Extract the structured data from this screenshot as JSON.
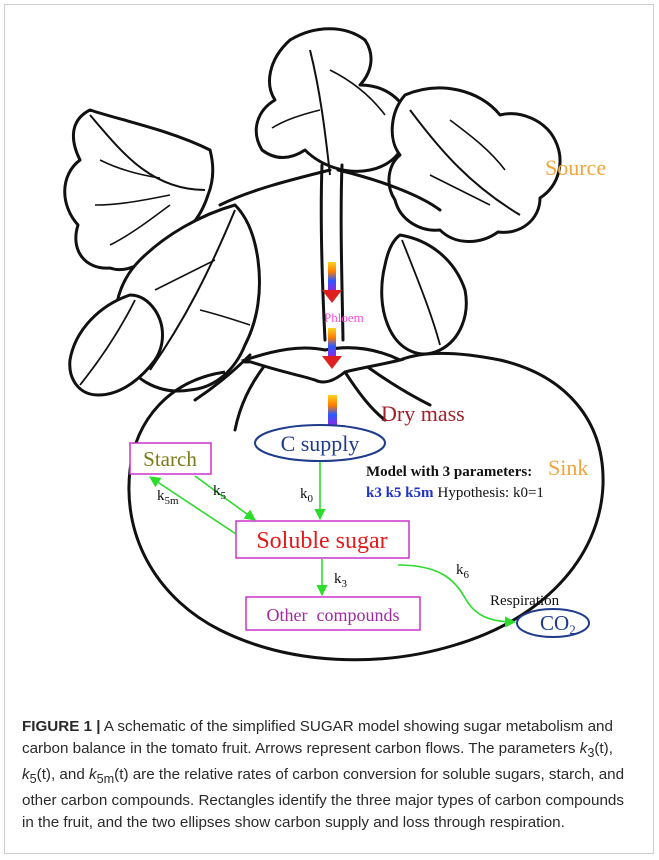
{
  "labels": {
    "source": "Source",
    "sink": "Sink",
    "phloem": "Phloem",
    "dry_mass": "Dry mass",
    "c_supply": "C supply",
    "starch": "Starch",
    "soluble_sugar": "Soluble sugar",
    "other_compounds": "Other  compounds",
    "co2_main": "CO",
    "co2_sub": "2",
    "respiration": "Respiration",
    "model_line1": "Model with 3 parameters:",
    "model_params": "k3 k5 k5m",
    "hypothesis": "Hypothesis: k0=1"
  },
  "rates": {
    "k0": {
      "base": "k",
      "sub": "0"
    },
    "k3": {
      "base": "k",
      "sub": "3"
    },
    "k5": {
      "base": "k",
      "sub": "5"
    },
    "k5m": {
      "base": "k",
      "sub": "5m"
    },
    "k6": {
      "base": "k",
      "sub": "6"
    }
  },
  "caption": {
    "label": "FIGURE 1 |",
    "p1": " A schematic of the simplified SUGAR model showing sugar metabolism and carbon balance in the tomato fruit. Arrows represent carbon flows. The parameters ",
    "k3": "k",
    "k3_sub": "3",
    "t1": "(t)",
    "p2": ", ",
    "k5": "k",
    "k5_sub": "5",
    "t2": "(t)",
    "p3": ", and ",
    "k5m": "k",
    "k5m_sub": "5m",
    "t3": "(t)",
    "p4": " are the relative rates of carbon conversion for soluble sugars, starch, and other carbon compounds. Rectangles identify the three major types of carbon compounds in the fruit, and the two ellipses show carbon supply and loss through respiration."
  },
  "colors": {
    "source": "#f0a53a",
    "sink": "#f0a53a",
    "phloem": "#ff4fd8",
    "dry_mass": "#a0232c",
    "box_border": "#cc33cc",
    "starch_text": "#7a7a18",
    "sugar_text": "#e31a1a",
    "other_text": "#a02aa0",
    "ellipse": "#1f3b8c",
    "arrow": "#2bdc2b",
    "model_params": "#2233cc",
    "outline": "#111111"
  }
}
